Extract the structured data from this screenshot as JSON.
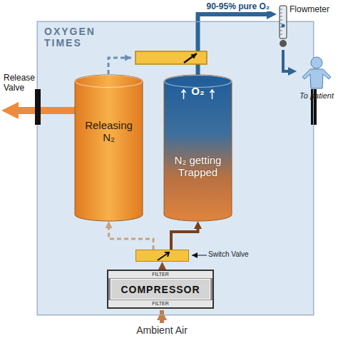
{
  "diagram": {
    "nodes": [
      {
        "text": [
          "OXYGEN TIMES"
        ]
      },
      {
        "text": [
          "Flowmeter"
        ]
      },
      {
        "text": [
          "To patient"
        ]
      },
      {
        "text": [
          "Releasing N₂"
        ],
        "in": 0
      },
      {
        "text": [
          "O₂",
          "N₂ getting Trapped"
        ],
        "in": 0
      },
      {
        "text": [
          "Release Valve"
        ]
      },
      {
        "text": [
          "Switch Valve"
        ],
        "in": 0
      },
      {
        "text": [
          "FILTER",
          "COMPRESSOR",
          "FILTER"
        ],
        "in": 0
      }
    ],
    "edges": [
      {
        "from": 7,
        "to": 6,
        "arrow": "to"
      },
      {
        "from": 6,
        "to": 4,
        "arrow": "to"
      },
      {
        "from": 6,
        "to": 3,
        "arrow": "to"
      },
      {
        "from": 3,
        "to": 5,
        "arrow": "to"
      },
      {
        "from": 4,
        "to": 1,
        "arrow": "to",
        "label": "90-95% pure O₂"
      },
      {
        "from": 1,
        "to": 2,
        "arrow": "to"
      }
    ],
    "labels": [
      "Ambient Air"
    ]
  }
}
